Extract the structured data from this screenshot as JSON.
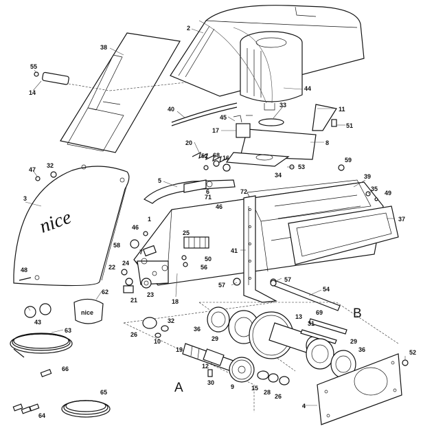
{
  "diagram": {
    "logo_text": "nice",
    "section_labels": {
      "a": "A",
      "b": "B"
    },
    "part_labels": [
      {
        "id": "p2",
        "text": "2"
      },
      {
        "id": "p38",
        "text": "38"
      },
      {
        "id": "p55",
        "text": "55"
      },
      {
        "id": "p14",
        "text": "14"
      },
      {
        "id": "p44",
        "text": "44"
      },
      {
        "id": "p40",
        "text": "40"
      },
      {
        "id": "p33",
        "text": "33"
      },
      {
        "id": "p11",
        "text": "11"
      },
      {
        "id": "p45",
        "text": "45"
      },
      {
        "id": "p51",
        "text": "51"
      },
      {
        "id": "p17",
        "text": "17"
      },
      {
        "id": "p8",
        "text": "8"
      },
      {
        "id": "p20",
        "text": "20"
      },
      {
        "id": "p52a",
        "text": "52"
      },
      {
        "id": "p68",
        "text": "68"
      },
      {
        "id": "p16",
        "text": "16"
      },
      {
        "id": "p53",
        "text": "53"
      },
      {
        "id": "p59",
        "text": "59"
      },
      {
        "id": "p47",
        "text": "47"
      },
      {
        "id": "p32a",
        "text": "32"
      },
      {
        "id": "p3",
        "text": "3"
      },
      {
        "id": "p5",
        "text": "5"
      },
      {
        "id": "p6",
        "text": "6"
      },
      {
        "id": "p34",
        "text": "34"
      },
      {
        "id": "p39",
        "text": "39"
      },
      {
        "id": "p35",
        "text": "35"
      },
      {
        "id": "p49",
        "text": "49"
      },
      {
        "id": "p71",
        "text": "71"
      },
      {
        "id": "p72",
        "text": "72"
      },
      {
        "id": "p46a",
        "text": "46"
      },
      {
        "id": "p37",
        "text": "37"
      },
      {
        "id": "p1",
        "text": "1"
      },
      {
        "id": "p46b",
        "text": "46"
      },
      {
        "id": "p58",
        "text": "58"
      },
      {
        "id": "p25",
        "text": "25"
      },
      {
        "id": "p41",
        "text": "41"
      },
      {
        "id": "p7",
        "text": "7"
      },
      {
        "id": "p50",
        "text": "50"
      },
      {
        "id": "p56",
        "text": "56"
      },
      {
        "id": "p48",
        "text": "48"
      },
      {
        "id": "p22",
        "text": "22"
      },
      {
        "id": "p24",
        "text": "24"
      },
      {
        "id": "p57a",
        "text": "57"
      },
      {
        "id": "p57b",
        "text": "57"
      },
      {
        "id": "p54",
        "text": "54"
      },
      {
        "id": "p21",
        "text": "21"
      },
      {
        "id": "p23",
        "text": "23"
      },
      {
        "id": "p18",
        "text": "18"
      },
      {
        "id": "p62",
        "text": "62"
      },
      {
        "id": "p43",
        "text": "43"
      },
      {
        "id": "p63",
        "text": "63"
      },
      {
        "id": "p32b",
        "text": "32"
      },
      {
        "id": "p26a",
        "text": "26"
      },
      {
        "id": "p36a",
        "text": "36"
      },
      {
        "id": "p10",
        "text": "10"
      },
      {
        "id": "p29a",
        "text": "29"
      },
      {
        "id": "p13",
        "text": "13"
      },
      {
        "id": "p31",
        "text": "31"
      },
      {
        "id": "p69",
        "text": "69"
      },
      {
        "id": "p19",
        "text": "19"
      },
      {
        "id": "p12",
        "text": "12"
      },
      {
        "id": "p29b",
        "text": "29"
      },
      {
        "id": "p36b",
        "text": "36"
      },
      {
        "id": "p52b",
        "text": "52"
      },
      {
        "id": "p66",
        "text": "66"
      },
      {
        "id": "p30",
        "text": "30"
      },
      {
        "id": "p9",
        "text": "9"
      },
      {
        "id": "p15",
        "text": "15"
      },
      {
        "id": "p28",
        "text": "28"
      },
      {
        "id": "p26b",
        "text": "26"
      },
      {
        "id": "p65",
        "text": "65"
      },
      {
        "id": "p4",
        "text": "4"
      },
      {
        "id": "p64",
        "text": "64"
      }
    ]
  }
}
